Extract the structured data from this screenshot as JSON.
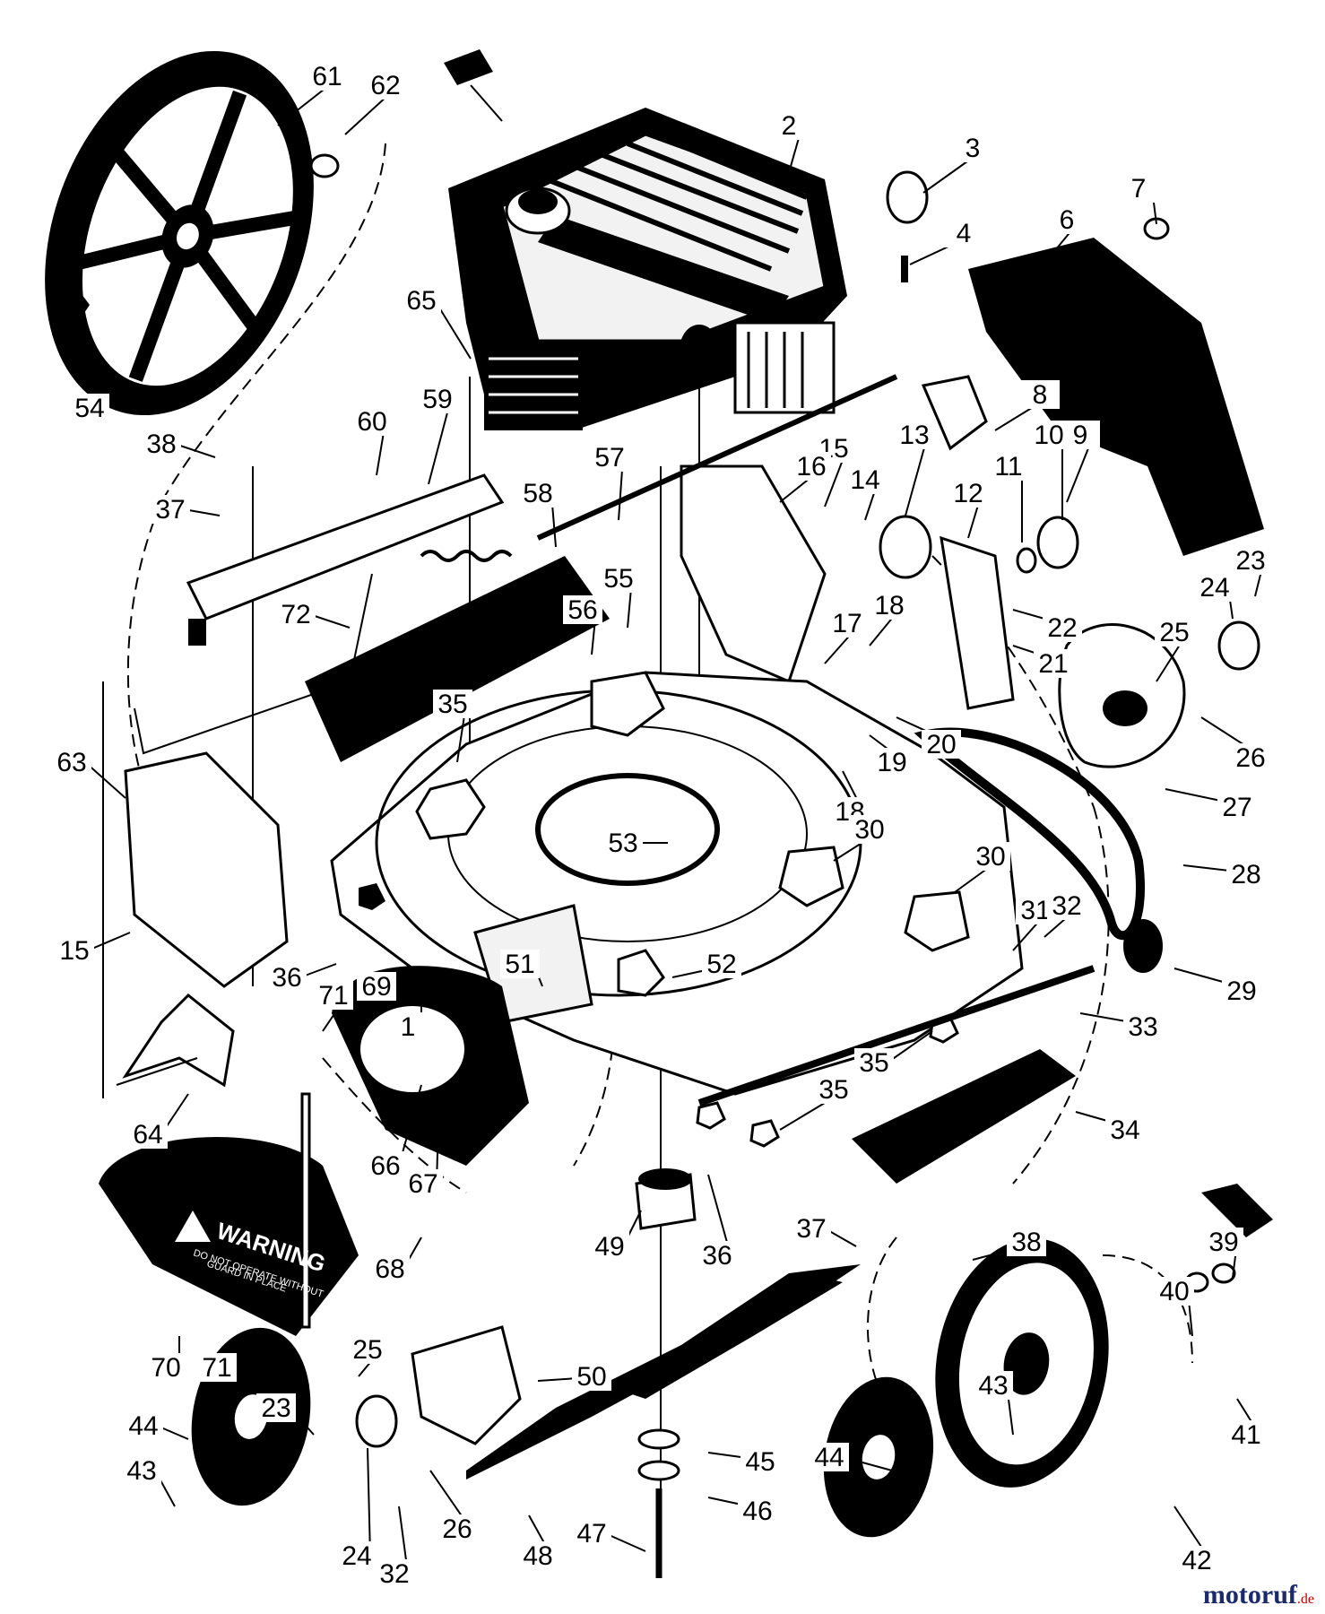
{
  "callouts": [
    {
      "id": "1",
      "label": "1"
    },
    {
      "id": "2",
      "label": "2"
    },
    {
      "id": "3",
      "label": "3"
    },
    {
      "id": "4",
      "label": "4"
    },
    {
      "id": "6",
      "label": "6"
    },
    {
      "id": "7",
      "label": "7"
    },
    {
      "id": "8",
      "label": "8"
    },
    {
      "id": "9",
      "label": "9"
    },
    {
      "id": "10",
      "label": "10"
    },
    {
      "id": "11",
      "label": "11"
    },
    {
      "id": "12",
      "label": "12"
    },
    {
      "id": "13",
      "label": "13"
    },
    {
      "id": "14",
      "label": "14"
    },
    {
      "id": "15a",
      "label": "15"
    },
    {
      "id": "15b",
      "label": "15"
    },
    {
      "id": "16",
      "label": "16"
    },
    {
      "id": "17",
      "label": "17"
    },
    {
      "id": "18a",
      "label": "18"
    },
    {
      "id": "18b",
      "label": "18"
    },
    {
      "id": "19",
      "label": "19"
    },
    {
      "id": "20",
      "label": "20"
    },
    {
      "id": "21",
      "label": "21"
    },
    {
      "id": "22",
      "label": "22"
    },
    {
      "id": "23a",
      "label": "23"
    },
    {
      "id": "23b",
      "label": "23"
    },
    {
      "id": "24a",
      "label": "24"
    },
    {
      "id": "24b",
      "label": "24"
    },
    {
      "id": "25a",
      "label": "25"
    },
    {
      "id": "25b",
      "label": "25"
    },
    {
      "id": "26a",
      "label": "26"
    },
    {
      "id": "26b",
      "label": "26"
    },
    {
      "id": "27",
      "label": "27"
    },
    {
      "id": "28",
      "label": "28"
    },
    {
      "id": "29",
      "label": "29"
    },
    {
      "id": "30a",
      "label": "30"
    },
    {
      "id": "30b",
      "label": "30"
    },
    {
      "id": "31",
      "label": "31"
    },
    {
      "id": "32a",
      "label": "32"
    },
    {
      "id": "32b",
      "label": "32"
    },
    {
      "id": "33",
      "label": "33"
    },
    {
      "id": "34",
      "label": "34"
    },
    {
      "id": "35a",
      "label": "35"
    },
    {
      "id": "35b",
      "label": "35"
    },
    {
      "id": "35c",
      "label": "35"
    },
    {
      "id": "36a",
      "label": "36"
    },
    {
      "id": "36b",
      "label": "36"
    },
    {
      "id": "37a",
      "label": "37"
    },
    {
      "id": "37b",
      "label": "37"
    },
    {
      "id": "38a",
      "label": "38"
    },
    {
      "id": "38b",
      "label": "38"
    },
    {
      "id": "39",
      "label": "39"
    },
    {
      "id": "40",
      "label": "40"
    },
    {
      "id": "41",
      "label": "41"
    },
    {
      "id": "42",
      "label": "42"
    },
    {
      "id": "43a",
      "label": "43"
    },
    {
      "id": "43b",
      "label": "43"
    },
    {
      "id": "44a",
      "label": "44"
    },
    {
      "id": "44b",
      "label": "44"
    },
    {
      "id": "45",
      "label": "45"
    },
    {
      "id": "46",
      "label": "46"
    },
    {
      "id": "47",
      "label": "47"
    },
    {
      "id": "48",
      "label": "48"
    },
    {
      "id": "49",
      "label": "49"
    },
    {
      "id": "50",
      "label": "50"
    },
    {
      "id": "51",
      "label": "51"
    },
    {
      "id": "52",
      "label": "52"
    },
    {
      "id": "53",
      "label": "53"
    },
    {
      "id": "54",
      "label": "54"
    },
    {
      "id": "55",
      "label": "55"
    },
    {
      "id": "56",
      "label": "56"
    },
    {
      "id": "57",
      "label": "57"
    },
    {
      "id": "58",
      "label": "58"
    },
    {
      "id": "59",
      "label": "59"
    },
    {
      "id": "60",
      "label": "60"
    },
    {
      "id": "61",
      "label": "61"
    },
    {
      "id": "62",
      "label": "62"
    },
    {
      "id": "63",
      "label": "63"
    },
    {
      "id": "64",
      "label": "64"
    },
    {
      "id": "65",
      "label": "65"
    },
    {
      "id": "66",
      "label": "66"
    },
    {
      "id": "67",
      "label": "67"
    },
    {
      "id": "68",
      "label": "68"
    },
    {
      "id": "69",
      "label": "69"
    },
    {
      "id": "70",
      "label": "70"
    },
    {
      "id": "71a",
      "label": "71"
    },
    {
      "id": "71b",
      "label": "71"
    },
    {
      "id": "72",
      "label": "72"
    }
  ],
  "warning_label": {
    "title": "WARNING",
    "line1": "DO NOT OPERATE WITHOUT",
    "line2": "GUARD IN PLACE"
  },
  "watermark": {
    "brand": "motoruf",
    "suffix": ".de"
  },
  "colors": {
    "ink": "#000000",
    "paper": "#ffffff",
    "watermark": "#1a2a6c",
    "watermark_suffix": "#cc0000"
  }
}
